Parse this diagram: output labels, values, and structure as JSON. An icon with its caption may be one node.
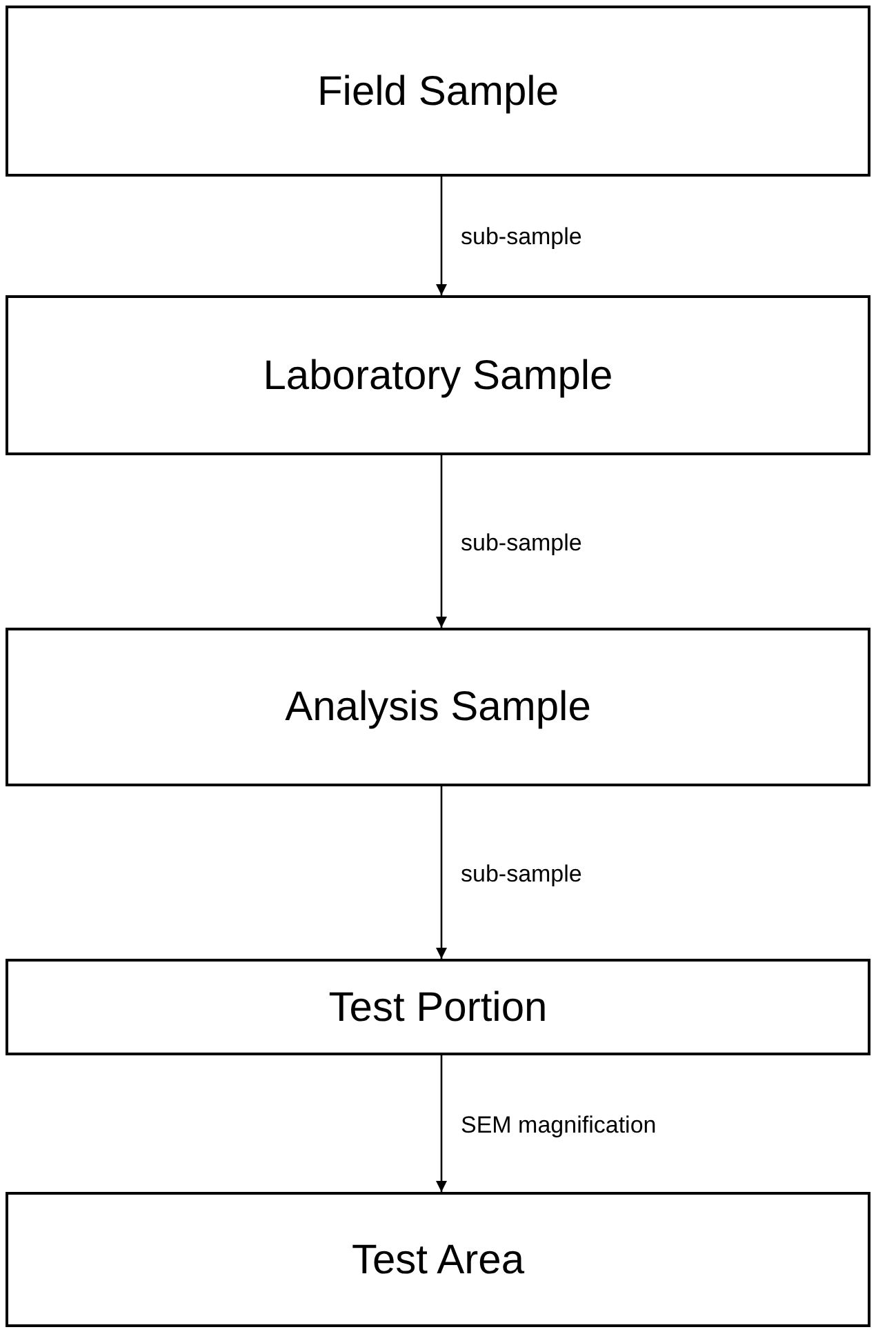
{
  "diagram": {
    "nodes": [
      {
        "text": [
          "Field Sample"
        ]
      },
      {
        "text": [
          "Laboratory Sample"
        ]
      },
      {
        "text": [
          "Analysis Sample"
        ]
      },
      {
        "text": [
          "Test Portion"
        ]
      },
      {
        "text": [
          "Test Area"
        ]
      }
    ],
    "edges": [
      {
        "from": 0,
        "to": 1,
        "arrow": "to",
        "label": "sub-sample"
      },
      {
        "from": 1,
        "to": 2,
        "arrow": "to",
        "label": "sub-sample"
      },
      {
        "from": 2,
        "to": 3,
        "arrow": "to",
        "label": "sub-sample"
      },
      {
        "from": 3,
        "to": 4,
        "arrow": "to",
        "label": "SEM magnification"
      }
    ]
  }
}
